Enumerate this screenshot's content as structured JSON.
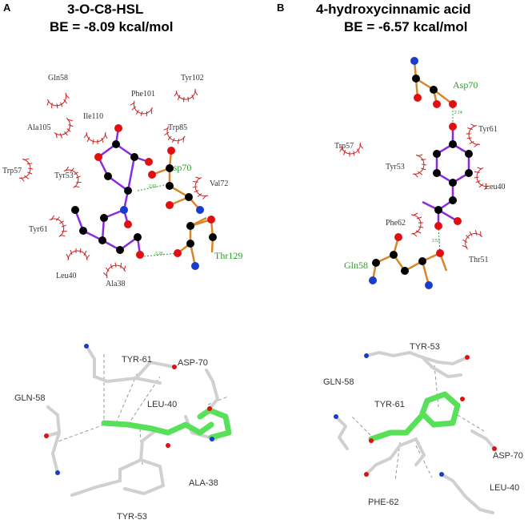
{
  "panels": [
    {
      "letter": "A",
      "name": "3-O-C8-HSL",
      "be": "BE = -8.09 kcal/mol"
    },
    {
      "letter": "B",
      "name": "4-hydroxycinnamic acid",
      "be": "BE = -6.57 kcal/mol"
    }
  ],
  "a2d": {
    "hydrophobic": [
      "Gln58",
      "Phe101",
      "Tyr102",
      "Ala105",
      "Ile110",
      "Trp85",
      "Trp57",
      "Tyr53",
      "Val72",
      "Tyr61",
      "Leu40",
      "Ala38"
    ],
    "hbond_residues": [
      "Asp70",
      "Thr129"
    ],
    "distances": [
      "2.81",
      "3.26"
    ]
  },
  "b2d": {
    "hydrophobic": [
      "Trp57",
      "Tyr53",
      "Tyr61",
      "Leu40",
      "Phe62",
      "Thr51"
    ],
    "hbond_residues": [
      "Asp70",
      "Gln58"
    ],
    "distances": [
      "2.74",
      "2.53"
    ]
  },
  "a3d": {
    "labels": [
      "TYR-61",
      "ASP-70",
      "GLN-58",
      "LEU-40",
      "TYR-53",
      "ALA-38"
    ]
  },
  "b3d": {
    "labels": [
      "TYR-53",
      "GLN-58",
      "TYR-61",
      "ASP-70",
      "PHE-62",
      "LEU-40"
    ]
  },
  "colors": {
    "ligand_bond": "#8a2be2",
    "residue_bond": "#d8862a",
    "carbon": "#000000",
    "oxygen": "#e01010",
    "nitrogen": "#1a3ccc",
    "hbond": "#2e9a2e",
    "hydrophobic": "#cc2020",
    "stick_carbon": "#58e058",
    "stick_grey": "#d0d0d0"
  }
}
